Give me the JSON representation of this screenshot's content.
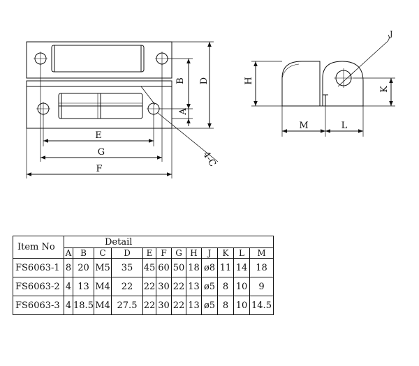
{
  "drawing": {
    "front_view_labels": {
      "e": "E",
      "g": "G",
      "f": "F",
      "a": "A",
      "b": "B",
      "d": "D",
      "hole": "4-C"
    },
    "side_view_labels": {
      "h": "H",
      "m": "M",
      "l": "L",
      "k": "K",
      "j": "J"
    }
  },
  "table": {
    "item_header": "Item No",
    "detail_header": "Detail",
    "columns": [
      "A",
      "B",
      "C",
      "D",
      "E",
      "F",
      "G",
      "H",
      "J",
      "K",
      "L",
      "M"
    ],
    "rows": [
      {
        "item": "FS6063-1",
        "values": [
          "8",
          "20",
          "M5",
          "35",
          "45",
          "60",
          "50",
          "18",
          "ø8",
          "11",
          "14",
          "18"
        ]
      },
      {
        "item": "FS6063-2",
        "values": [
          "4",
          "13",
          "M4",
          "22",
          "22",
          "30",
          "22",
          "13",
          "ø5",
          "8",
          "10",
          "9"
        ]
      },
      {
        "item": "FS6063-3",
        "values": [
          "4",
          "18.5",
          "M4",
          "27.5",
          "22",
          "30",
          "22",
          "13",
          "ø5",
          "8",
          "10",
          "14.5"
        ]
      }
    ]
  }
}
